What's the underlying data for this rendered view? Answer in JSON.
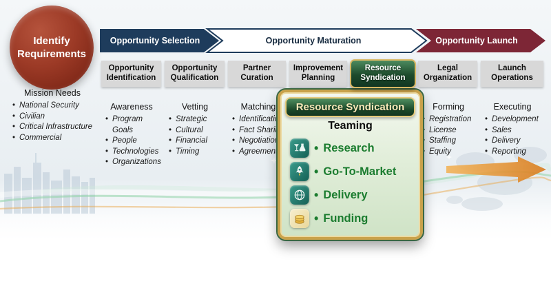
{
  "identify": {
    "line1": "Identify",
    "line2": "Requirements"
  },
  "phases": [
    {
      "label": "Opportunity Selection"
    },
    {
      "label": "Opportunity Maturation"
    },
    {
      "label": "Opportunity Launch"
    }
  ],
  "mission": {
    "title": "Mission Needs",
    "items": [
      "National Security",
      "Civilian",
      "Critical Infrastructure",
      "Commercial"
    ]
  },
  "stages": [
    {
      "header": "Opportunity Identification",
      "title": "Awareness",
      "items": [
        "Program Goals",
        "People",
        "Technologies",
        "Organizations"
      ]
    },
    {
      "header": "Opportunity Qualification",
      "title": "Vetting",
      "items": [
        "Strategic",
        "Cultural",
        "Financial",
        "Timing"
      ]
    },
    {
      "header": "Partner Curation",
      "title": "Matching",
      "items": [
        "Identification",
        "Fact Sharing",
        "Negotiations",
        "Agreements"
      ]
    },
    {
      "header": "Improvement Planning",
      "title": "",
      "items": []
    },
    {
      "header": "Resource Syndication",
      "title": "",
      "items": []
    },
    {
      "header": "Legal Organization",
      "title": "Forming",
      "items": [
        "Registration",
        "License",
        "Staffing",
        "Equity"
      ]
    },
    {
      "header": "Launch Operations",
      "title": "Executing",
      "items": [
        "Development",
        "Sales",
        "Delivery",
        "Reporting"
      ]
    }
  ],
  "callout": {
    "title": "Resource Syndication",
    "subtitle": "Teaming",
    "items": [
      {
        "icon": "research-icon",
        "label": "Research"
      },
      {
        "icon": "rocket-icon",
        "label": "Go-To-Market"
      },
      {
        "icon": "globe-delivery-icon",
        "label": "Delivery"
      },
      {
        "icon": "coins-icon",
        "label": "Funding"
      }
    ]
  },
  "colors": {
    "selection_navy": "#1e3c5c",
    "launch_maroon": "#7d2636",
    "identify_red": "#8c2d1a",
    "header_gray": "#d8d8d8",
    "panel_green_dark": "#1c4a2a",
    "panel_gold": "#c9a24b",
    "item_green": "#1b7c2f",
    "accent_teal": "#2c8c7f",
    "accent_orange": "#e8932f"
  }
}
